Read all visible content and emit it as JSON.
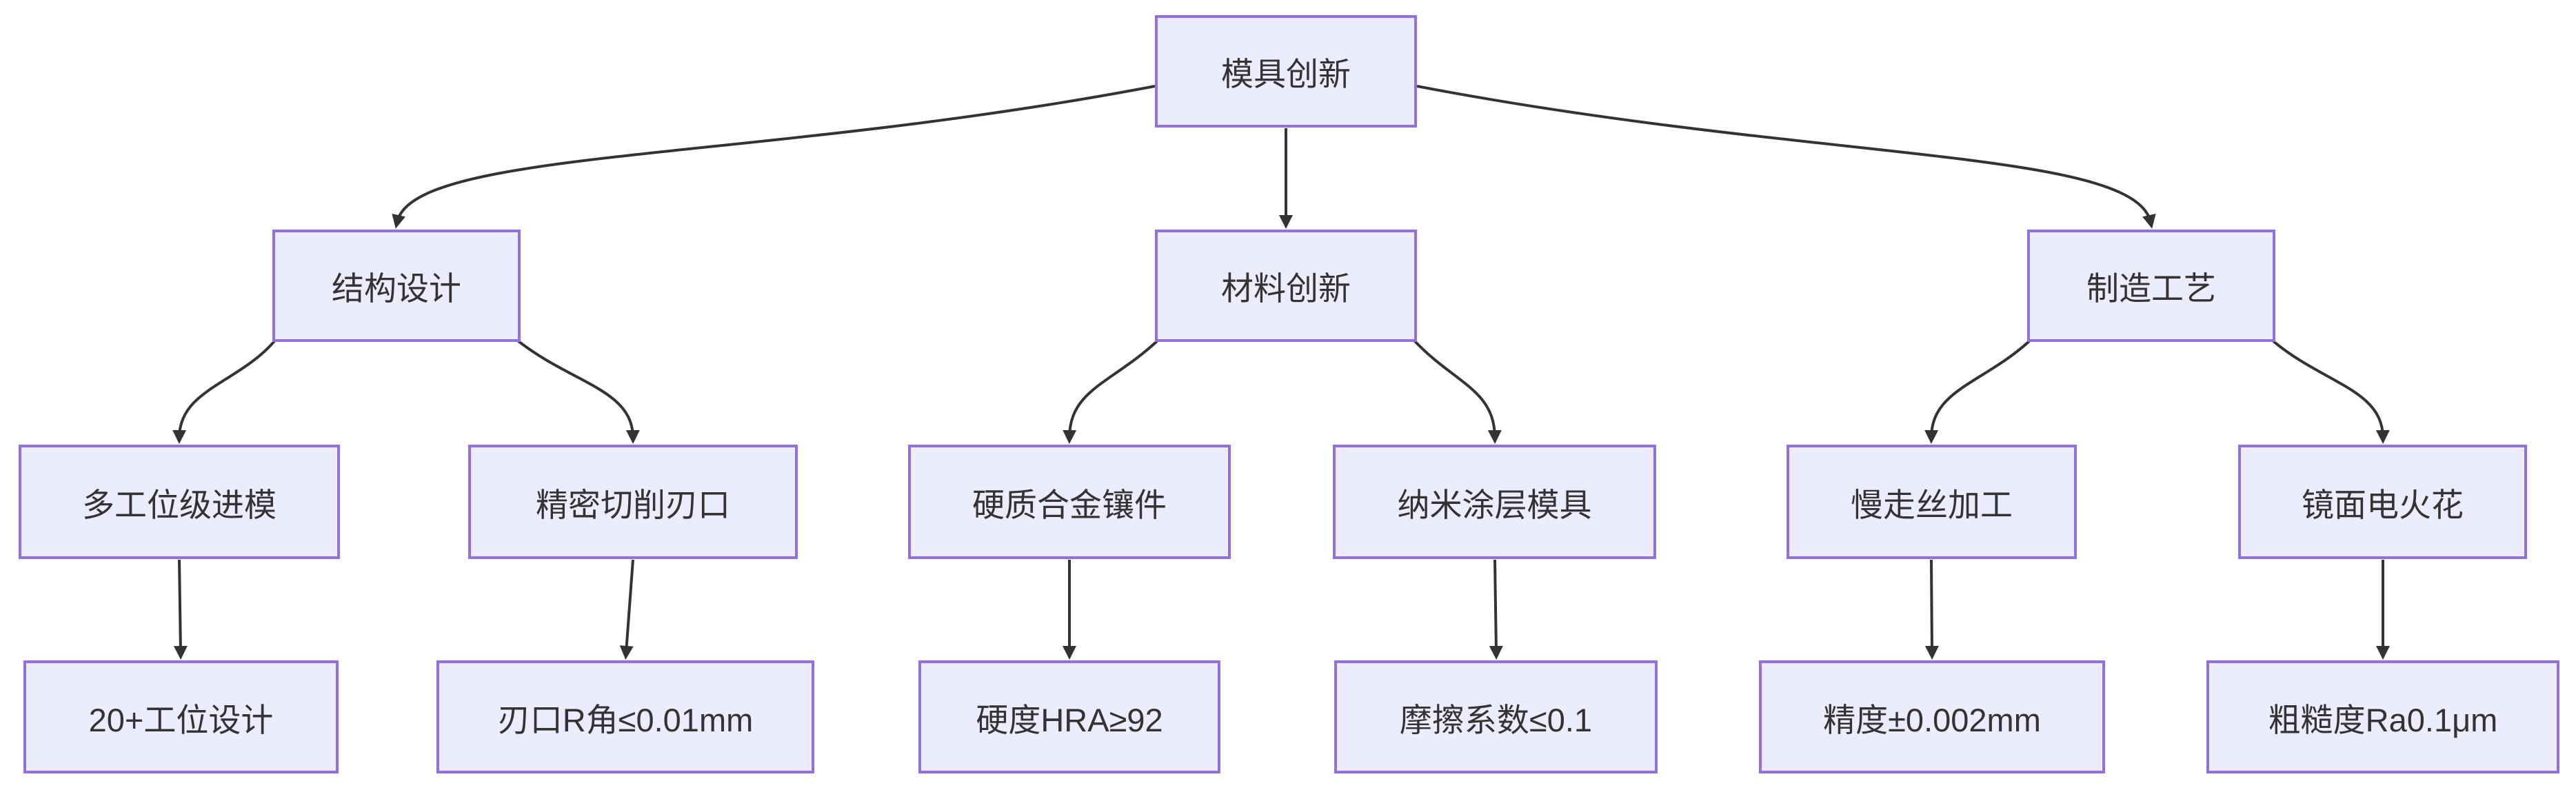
{
  "diagram": {
    "type": "flowchart",
    "direction": "top-down",
    "root_label": "模具创新",
    "colors": {
      "node_fill": "#ECECFF",
      "node_border": "#9370DB",
      "edge": "#333333",
      "text": "#333333",
      "background": "#ffffff"
    }
  },
  "nodes": {
    "root": {
      "label": "模具创新",
      "level": 0
    },
    "design": {
      "label": "结构设计",
      "level": 1
    },
    "material": {
      "label": "材料创新",
      "level": 1
    },
    "process": {
      "label": "制造工艺",
      "level": 1
    },
    "multi_station": {
      "label": "多工位级进模",
      "level": 2
    },
    "precision_edge": {
      "label": "精密切削刃口",
      "level": 2
    },
    "carbide_insert": {
      "label": "硬质合金镶件",
      "level": 2
    },
    "nano_coating": {
      "label": "纳米涂层模具",
      "level": 2
    },
    "wire_edm": {
      "label": "慢走丝加工",
      "level": 2
    },
    "mirror_edm": {
      "label": "镜面电火花",
      "level": 2
    },
    "station_design": {
      "label": "20+工位设计",
      "level": 3
    },
    "edge_radius": {
      "label": "刃口R角≤0.01mm",
      "level": 3
    },
    "hardness": {
      "label": "硬度HRA≥92",
      "level": 3
    },
    "friction": {
      "label": "摩擦系数≤0.1",
      "level": 3
    },
    "accuracy": {
      "label": "精度±0.002mm",
      "level": 3
    },
    "roughness": {
      "label": "粗糙度Ra0.1μm",
      "level": 3
    }
  },
  "edges": [
    {
      "from": "模具创新",
      "to": "结构设计"
    },
    {
      "from": "模具创新",
      "to": "材料创新"
    },
    {
      "from": "模具创新",
      "to": "制造工艺"
    },
    {
      "from": "结构设计",
      "to": "多工位级进模"
    },
    {
      "from": "结构设计",
      "to": "精密切削刃口"
    },
    {
      "from": "材料创新",
      "to": "硬质合金镶件"
    },
    {
      "from": "材料创新",
      "to": "纳米涂层模具"
    },
    {
      "from": "制造工艺",
      "to": "慢走丝加工"
    },
    {
      "from": "制造工艺",
      "to": "镜面电火花"
    },
    {
      "from": "多工位级进模",
      "to": "20+工位设计"
    },
    {
      "from": "精密切削刃口",
      "to": "刃口R角≤0.01mm"
    },
    {
      "from": "硬质合金镶件",
      "to": "硬度HRA≥92"
    },
    {
      "from": "纳米涂层模具",
      "to": "摩擦系数≤0.1"
    },
    {
      "from": "慢走丝加工",
      "to": "精度±0.002mm"
    },
    {
      "from": "镜面电火花",
      "to": "粗糙度Ra0.1μm"
    }
  ]
}
